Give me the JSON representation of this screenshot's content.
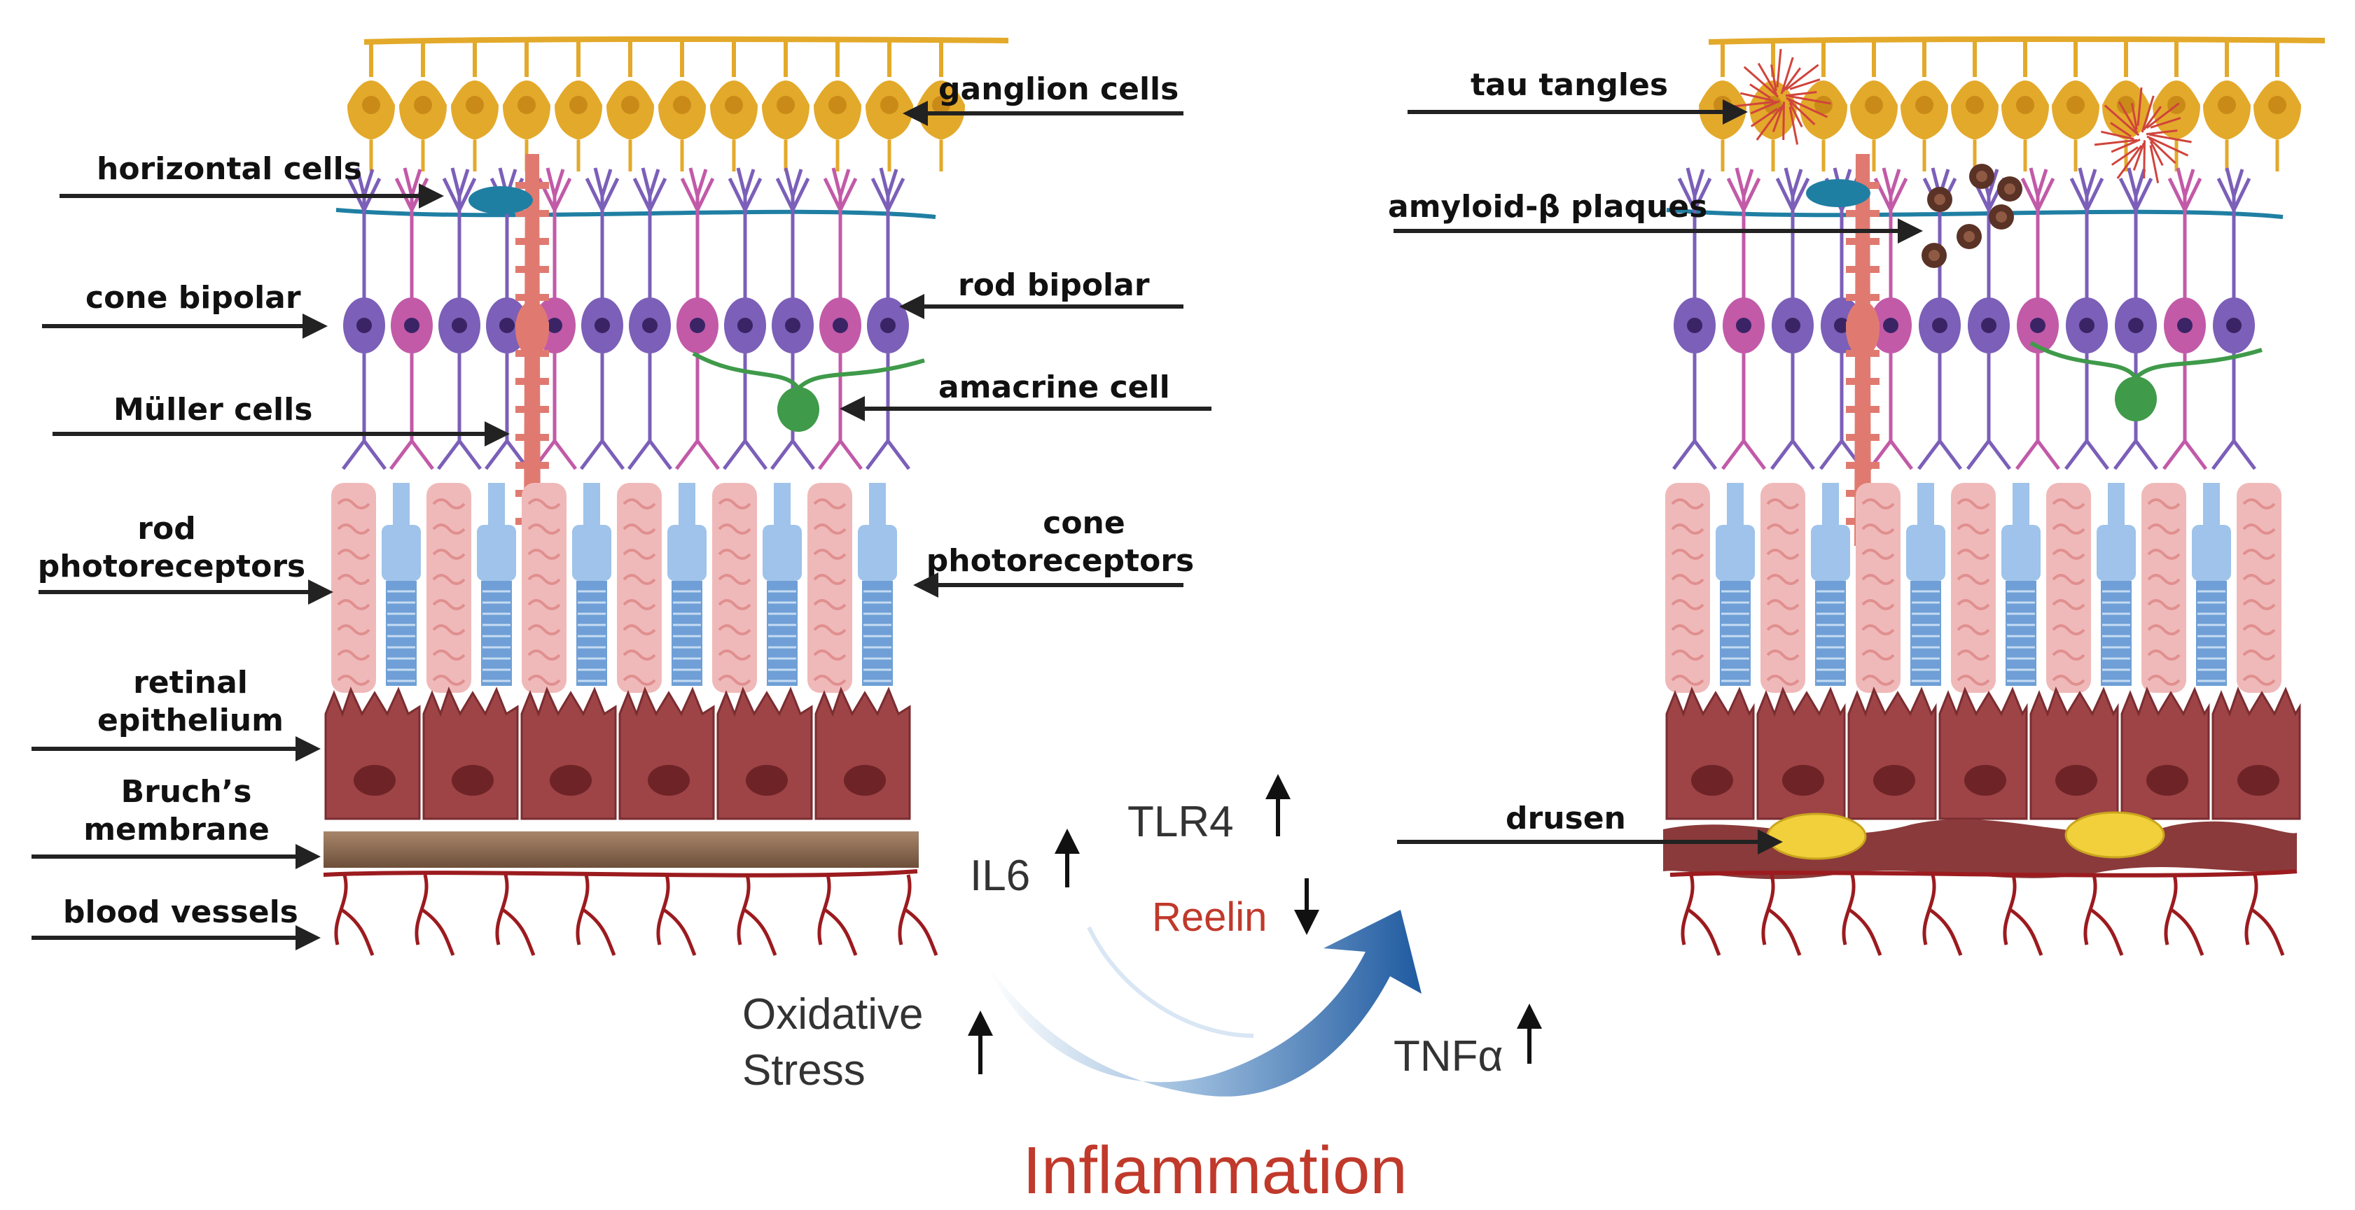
{
  "healthy_retina": {
    "labels": {
      "ganglion_cells": "ganglion cells",
      "horizontal_cells": "horizontal cells",
      "cone_bipolar": "cone bipolar",
      "rod_bipolar": "rod bipolar",
      "amacrine_cell": "amacrine cell",
      "muller_cells": "Müller cells",
      "rod_photoreceptors_1": "rod",
      "rod_photoreceptors_2": "photoreceptors",
      "cone_photoreceptors_1": "cone",
      "cone_photoreceptors_2": "photoreceptors",
      "retinal_epithelium_1": "retinal",
      "retinal_epithelium_2": "epithelium",
      "bruchs_membrane_1": "Bruch’s",
      "bruchs_membrane_2": "membrane",
      "blood_vessels": "blood vessels"
    }
  },
  "diseased_retina": {
    "labels": {
      "tau_tangles": "tau tangles",
      "amyloid_plaques": "amyloid-β plaques",
      "drusen": "drusen"
    }
  },
  "inflammation": {
    "title": "Inflammation",
    "factors": {
      "tlr4": "TLR4",
      "il6": "IL6",
      "reelin": "Reelin",
      "oxidative_1": "Oxidative",
      "oxidative_2": "Stress",
      "tnfa": "TNFα"
    }
  },
  "colors": {
    "ganglion": "#e3a92a",
    "bipolar_purple": "#7b5fb8",
    "bipolar_pink": "#c25aa8",
    "muller": "#e07a70",
    "amacrine": "#3f9a4a",
    "horizontal": "#1f7fa3",
    "rod": "#f0b9b9",
    "cone": "#9fc3ea",
    "rpe": "#9e4346",
    "bruch": "#8b6a52",
    "vessel": "#9b1b1f",
    "drusen": "#f2d03b",
    "tau": "#d0443c",
    "plaque": "#5a3326",
    "accent_red": "#c0392b",
    "curve_arrow": "#1f5aa0"
  }
}
